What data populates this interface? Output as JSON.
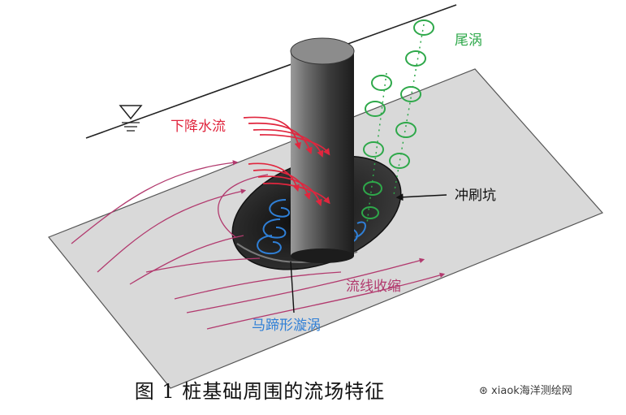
{
  "labels": {
    "downflow": "下降水流",
    "wake": "尾涡",
    "scour_pit": "冲刷坑",
    "contraction": "流线收缩",
    "horseshoe": "马蹄形漩涡"
  },
  "caption": "图 1  桩基础周围的流场特征",
  "watermark": "xiaok海洋测绘网",
  "colors": {
    "downflow": "#e0263e",
    "wake": "#2ea84a",
    "horseshoe": "#2f7fd6",
    "streamline": "#b23a6e",
    "bed": "#d8d8d8",
    "pit": "#262626",
    "pile": "#3a3a3a"
  }
}
